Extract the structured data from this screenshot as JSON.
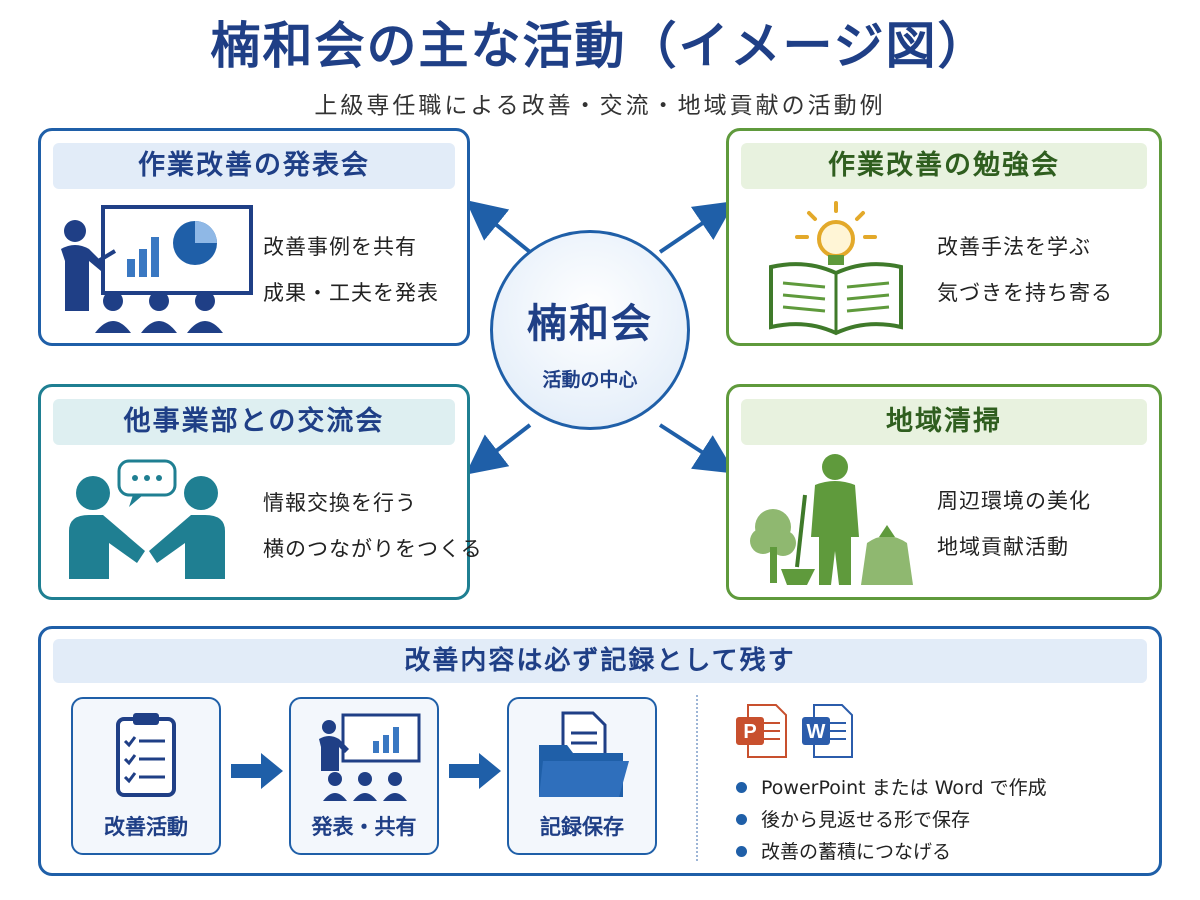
{
  "header": {
    "title": "楠和会の主な活動（イメージ図）",
    "subtitle": "上級専任職による改善・交流・地域貢献の活動例"
  },
  "center": {
    "name": "楠和会",
    "sub": "活動の中心"
  },
  "cards": {
    "presentation": {
      "title": "作業改善の発表会",
      "lines": [
        "改善事例を共有",
        "成果・工夫を発表"
      ]
    },
    "study": {
      "title": "作業改善の勉強会",
      "lines": [
        "改善手法を学ぶ",
        "気づきを持ち寄る"
      ]
    },
    "exchange": {
      "title": "他事業部との交流会",
      "lines": [
        "情報交換を行う",
        "横のつながりをつくる"
      ]
    },
    "cleanup": {
      "title": "地域清掃",
      "lines": [
        "周辺環境の美化",
        "地域貢献活動"
      ]
    }
  },
  "record": {
    "title": "改善内容は必ず記録として残す",
    "steps": [
      "改善活動",
      "発表・共有",
      "記録保存"
    ],
    "app_icons": [
      "powerpoint-icon",
      "word-icon"
    ],
    "app_letters": [
      "P",
      "W"
    ],
    "bullets": [
      "PowerPoint または Word で作成",
      "後から見返せる形で保存",
      "改善の蓄積につなげる"
    ]
  },
  "colors": {
    "primary_blue": "#1f5fa8",
    "navy": "#1f3f86",
    "green": "#5f9a3c",
    "teal": "#1f7f92"
  }
}
